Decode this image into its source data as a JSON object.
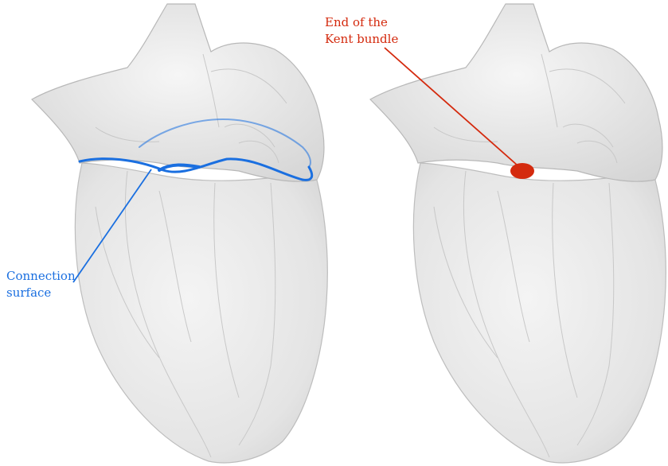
{
  "annotations": {
    "connection": {
      "line1": "Connection",
      "line2": "surface",
      "color": "#1a6fe0"
    },
    "kent": {
      "line1": "End of the",
      "line2": "Kent bundle",
      "color": "#d42a0e"
    }
  },
  "colors": {
    "heart_fill": "#e6e6e6",
    "heart_stroke": "#b4b4b4",
    "inner_stroke": "#c9c9c9"
  }
}
